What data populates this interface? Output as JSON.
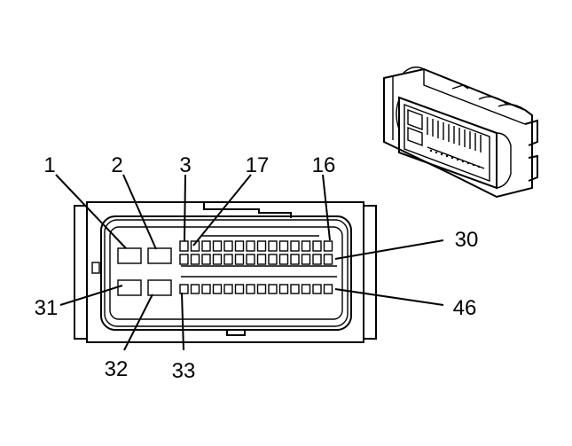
{
  "labels": {
    "l1": "1",
    "l2": "2",
    "l3": "3",
    "l17": "17",
    "l16": "16",
    "l30": "30",
    "l31": "31",
    "l32": "32",
    "l33": "33",
    "l46": "46"
  }
}
